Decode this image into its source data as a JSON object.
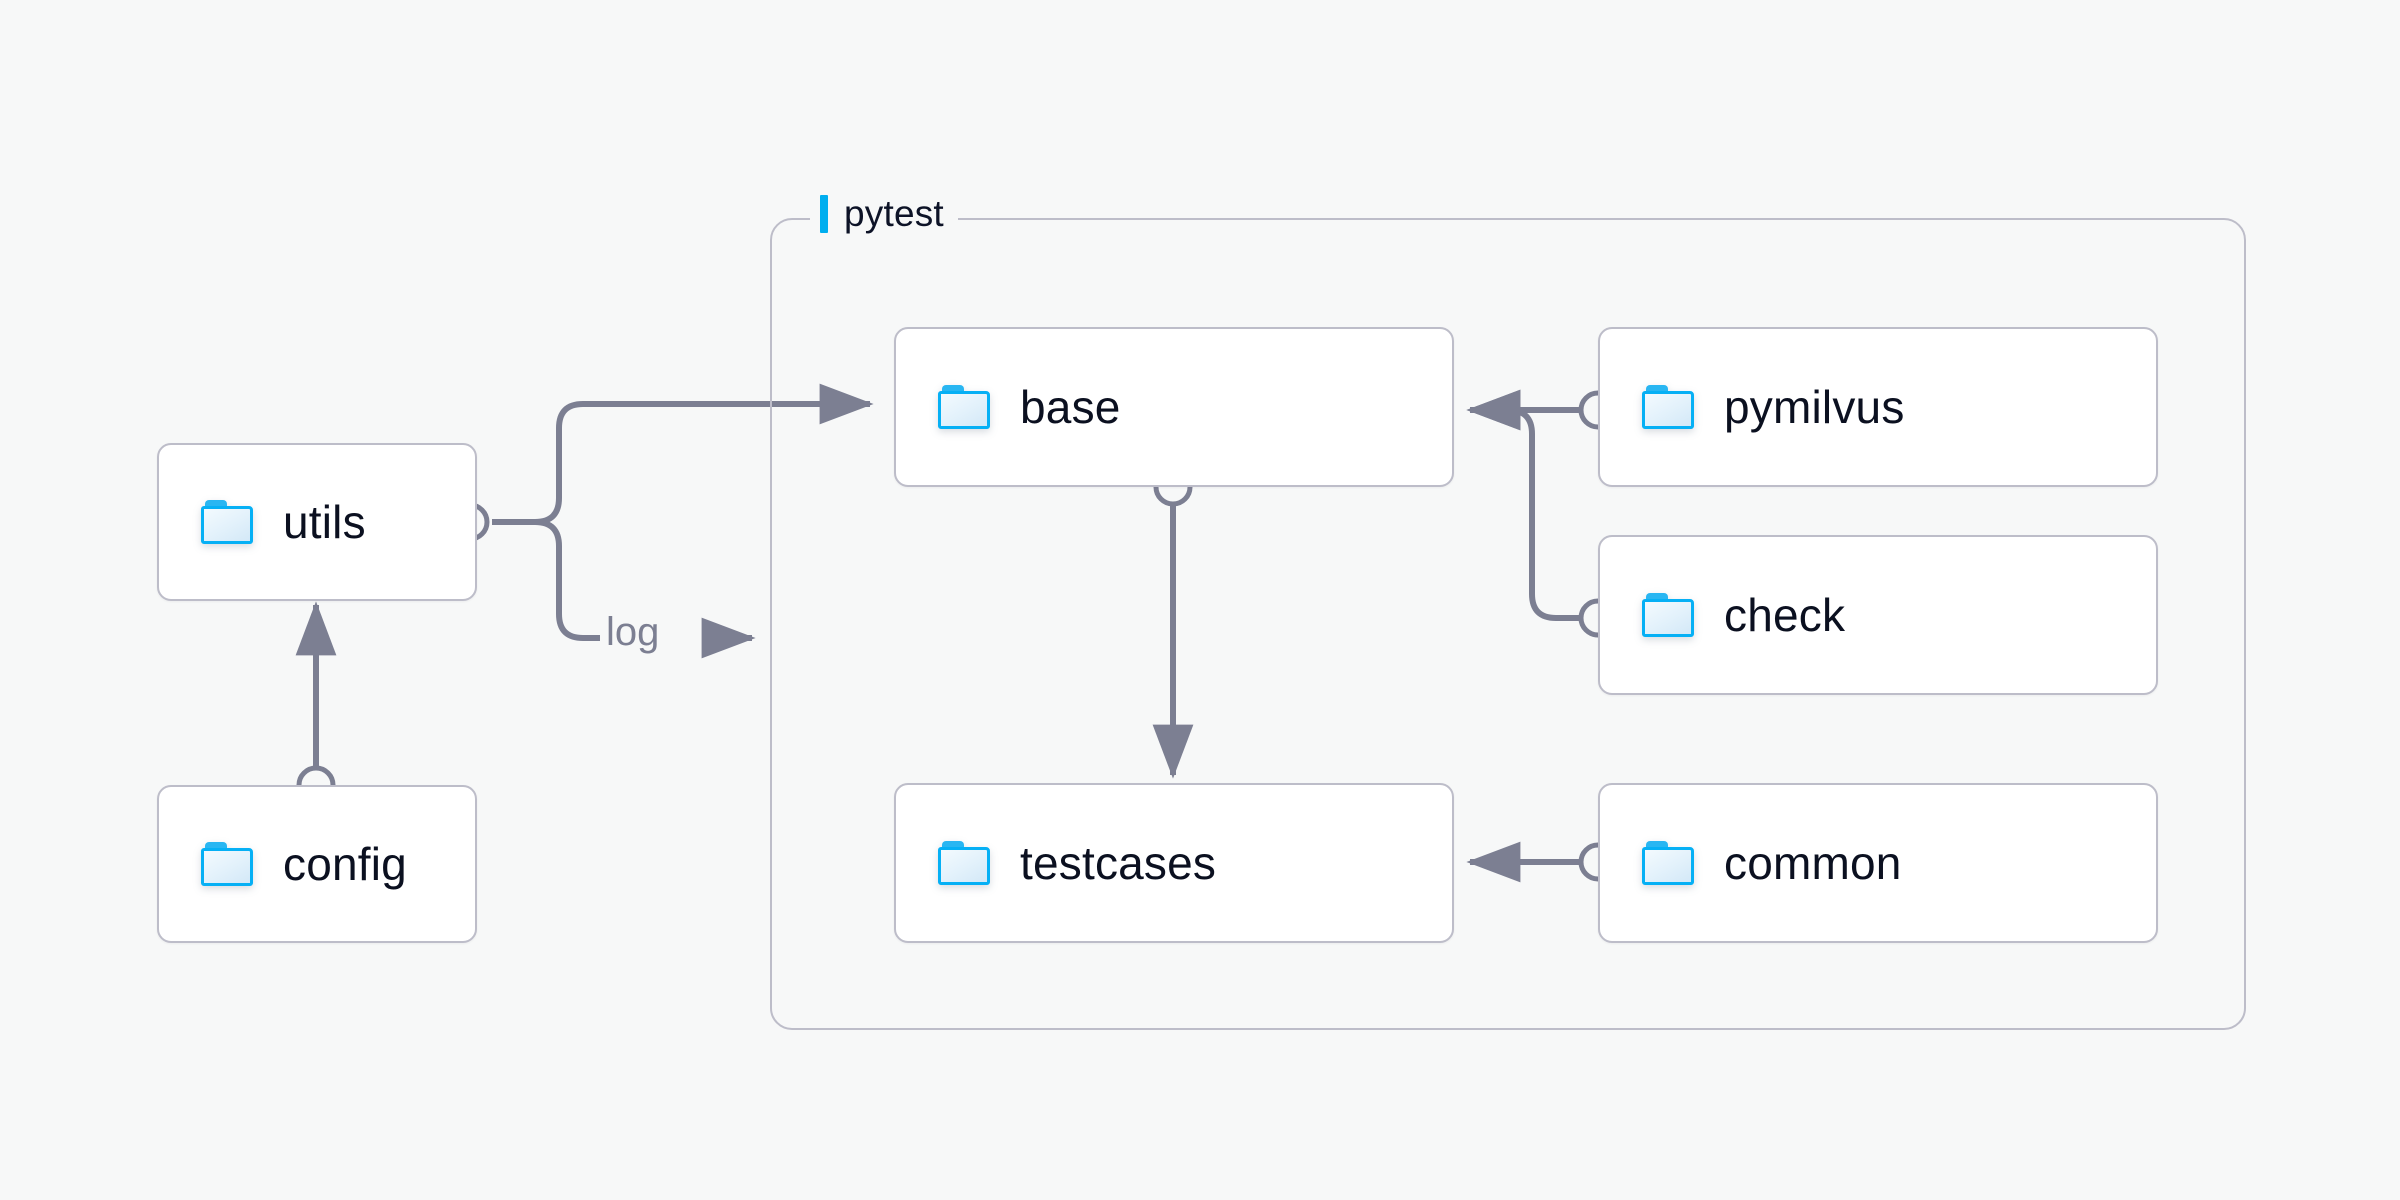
{
  "diagram": {
    "type": "architecture-dependency-diagram",
    "background_color": "#f7f8f8",
    "accent_color": "#00aeef",
    "node_border_color": "#bdbdc9",
    "edge_color": "#7c7f92",
    "text_color": "#0b1020",
    "folder_icon_color": "#06b0f5"
  },
  "group": {
    "label": "pytest",
    "icon": "accent-bar"
  },
  "nodes": [
    {
      "id": "utils",
      "label": "utils",
      "icon": "folder-icon"
    },
    {
      "id": "config",
      "label": "config",
      "icon": "folder-icon"
    },
    {
      "id": "base",
      "label": "base",
      "icon": "folder-icon"
    },
    {
      "id": "testcases",
      "label": "testcases",
      "icon": "folder-icon"
    },
    {
      "id": "pymilvus",
      "label": "pymilvus",
      "icon": "folder-icon"
    },
    {
      "id": "check",
      "label": "check",
      "icon": "folder-icon"
    },
    {
      "id": "common",
      "label": "common",
      "icon": "folder-icon"
    }
  ],
  "edges": [
    {
      "id": "utils-base",
      "from": "utils",
      "to": "base",
      "label": ""
    },
    {
      "id": "utils-log",
      "from": "utils",
      "to": "pytest",
      "label": "log"
    },
    {
      "id": "config-utils",
      "from": "config",
      "to": "utils",
      "label": ""
    },
    {
      "id": "base-testcases",
      "from": "base",
      "to": "testcases",
      "label": ""
    },
    {
      "id": "pymilvus-base",
      "from": "pymilvus",
      "to": "base",
      "label": ""
    },
    {
      "id": "check-base",
      "from": "check",
      "to": "base",
      "label": ""
    },
    {
      "id": "common-testcases",
      "from": "common",
      "to": "testcases",
      "label": ""
    }
  ],
  "edge_labels": {
    "log": "log"
  }
}
